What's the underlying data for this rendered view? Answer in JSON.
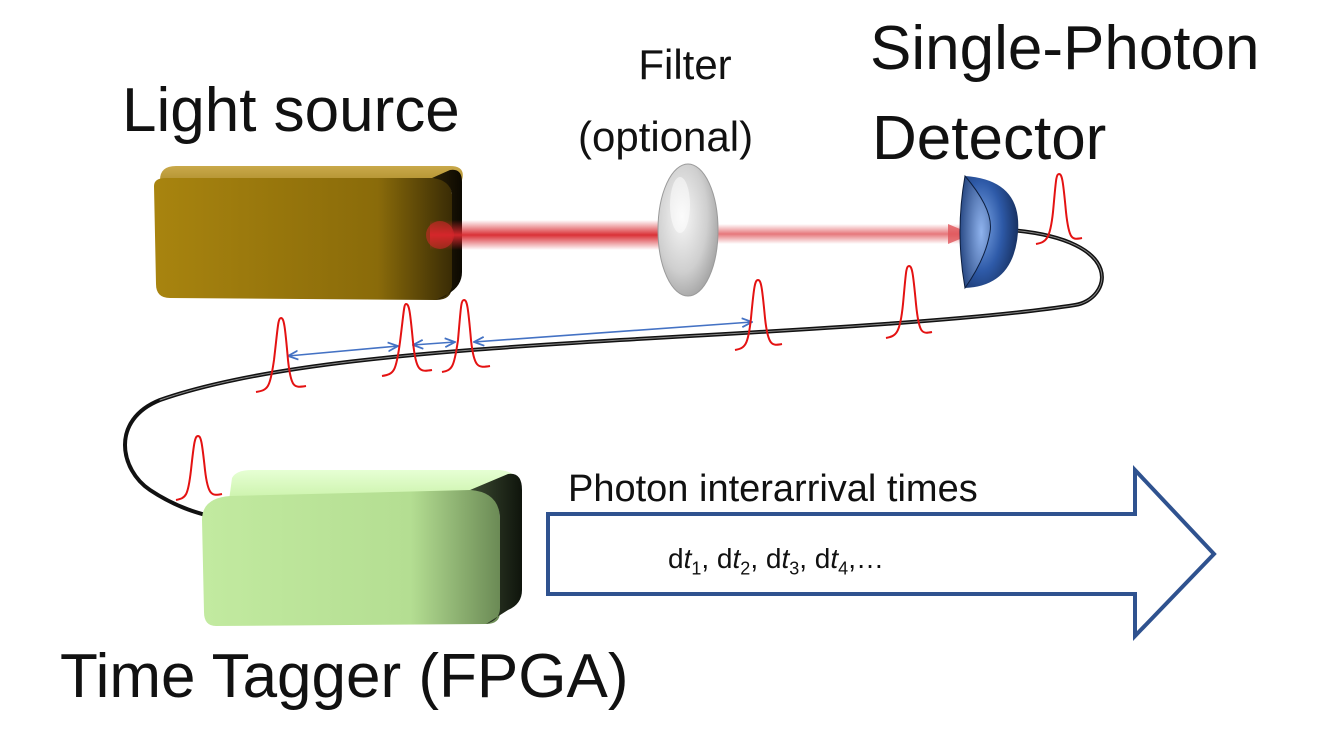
{
  "labels": {
    "light_source": "Light source",
    "filter_line1": "Filter",
    "filter_line2": "(optional)",
    "detector_line1": "Single-Photon",
    "detector_line2": "Detector",
    "time_tagger": "Time Tagger (FPGA)",
    "arrow_title": "Photon interarrival times",
    "interarrival_sequence": "dt1, dt2, dt3, dt4,…"
  },
  "colors": {
    "light_source_box": "#B8920F",
    "laser_beam": "#D8262C",
    "detector": "#2E5AA8",
    "time_tagger_box": "#C8F2A8",
    "pulse": "#E41212",
    "interval_arrow": "#4472C4",
    "output_arrow_border": "#2F528F",
    "fiber": "#111111"
  },
  "icons": {
    "light_source": "laser-box",
    "filter": "lens",
    "detector": "half-dome-detector",
    "time_tagger": "fpga-box",
    "pulse": "photon-pulse"
  }
}
